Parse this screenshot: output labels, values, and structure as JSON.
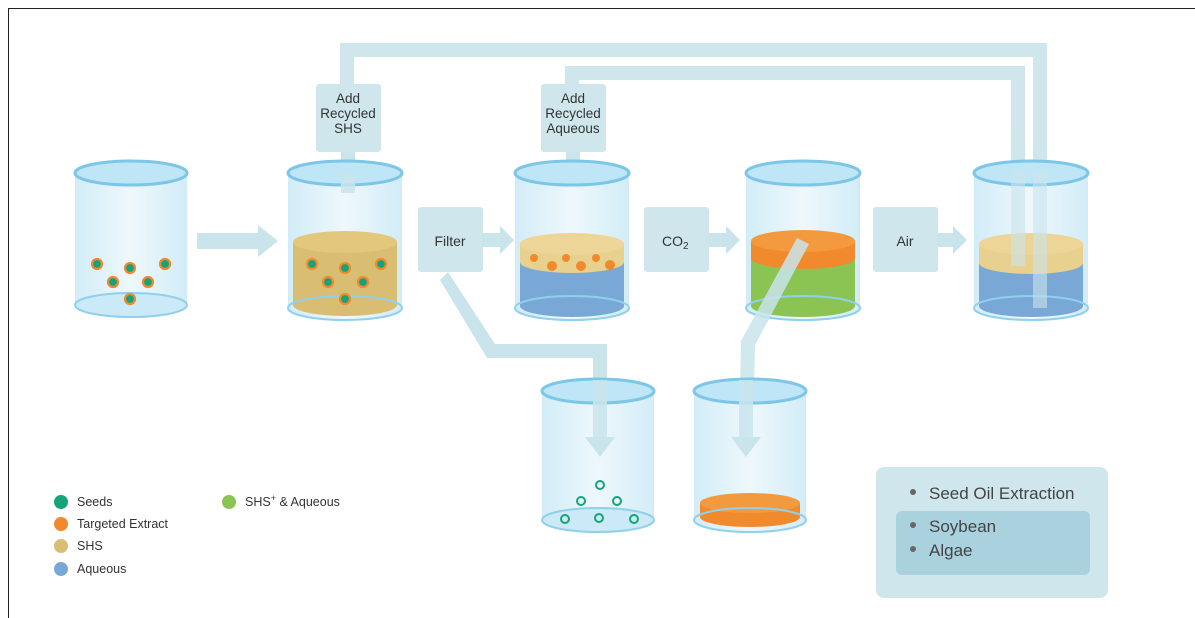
{
  "steps": {
    "add_shs": [
      "Add",
      "Recycled",
      "SHS"
    ],
    "add_aqueous": [
      "Add",
      "Recycled",
      "Aqueous"
    ],
    "filter": "Filter",
    "co2_main": "CO",
    "co2_sub": "2",
    "air": "Air"
  },
  "legend": {
    "items": [
      {
        "label": "Seeds",
        "color": "#17a37a"
      },
      {
        "label": "Targeted Extract",
        "color": "#f08a2c"
      },
      {
        "label": "SHS",
        "color": "#d8bd73"
      },
      {
        "label": "Aqueous",
        "color": "#79a8d6"
      }
    ],
    "extra": {
      "label_main": "SHS",
      "label_sup": "+",
      "label_rest": " & Aqueous",
      "color": "#8cc454"
    }
  },
  "applications": {
    "header": "Seed Oil Extraction",
    "items": [
      "Soybean",
      "Algae"
    ]
  },
  "colors": {
    "pipe": "#c9e4eb",
    "box": "#cfe7ec",
    "glass": "#e7f5fb",
    "glass_rim": "#9fd3ec",
    "shs": "#d8bd73",
    "aqueous": "#79a8d6",
    "extract": "#f08a2c",
    "green": "#8cc454",
    "seed": "#17a37a"
  }
}
